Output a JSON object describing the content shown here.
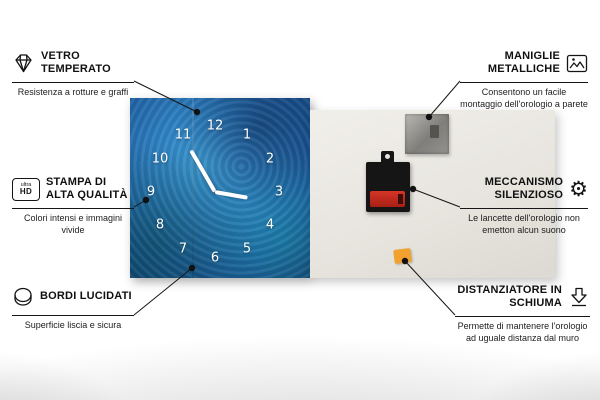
{
  "callouts": {
    "left": [
      {
        "icon": "diamond-icon",
        "title": "VETRO TEMPERATO",
        "desc": "Resistenza a rotture e graffi"
      },
      {
        "icon": "ultra-hd-icon",
        "title": "STAMPA DI ALTA QUALITÀ",
        "desc": "Colori intensi e immagini vivide"
      },
      {
        "icon": "disc-icon",
        "title": "BORDI LUCIDATI",
        "desc": "Superficie liscia e sicura"
      }
    ],
    "right": [
      {
        "icon": "picture-frame-icon",
        "title": "MANIGLIE METALLICHE",
        "desc": "Consentono un facile montaggio dell'orologio a parete"
      },
      {
        "icon": "gear-icon",
        "title": "MECCANISMO SILENZIOSO",
        "desc": "Le lancette dell'orologio non emetton alcun suono"
      },
      {
        "icon": "arrow-down-icon",
        "title": "DISTANZIATORE IN SCHIUMA",
        "desc": "Permette di mantenere l'orologio ad uguale distanza dal muro"
      }
    ]
  },
  "icons": {
    "ultra_hd": {
      "line1": "ultra",
      "line2": "HD"
    },
    "gear_glyph": "⚙"
  },
  "clock": {
    "numbers": [
      "1",
      "2",
      "3",
      "4",
      "5",
      "6",
      "7",
      "8",
      "9",
      "10",
      "11",
      "12"
    ]
  },
  "colors": {
    "front_blue": "#2d7fc1",
    "back_panel": "#e7e4de",
    "spacer_orange": "#f2a12e",
    "battery_red": "#c42b20"
  }
}
